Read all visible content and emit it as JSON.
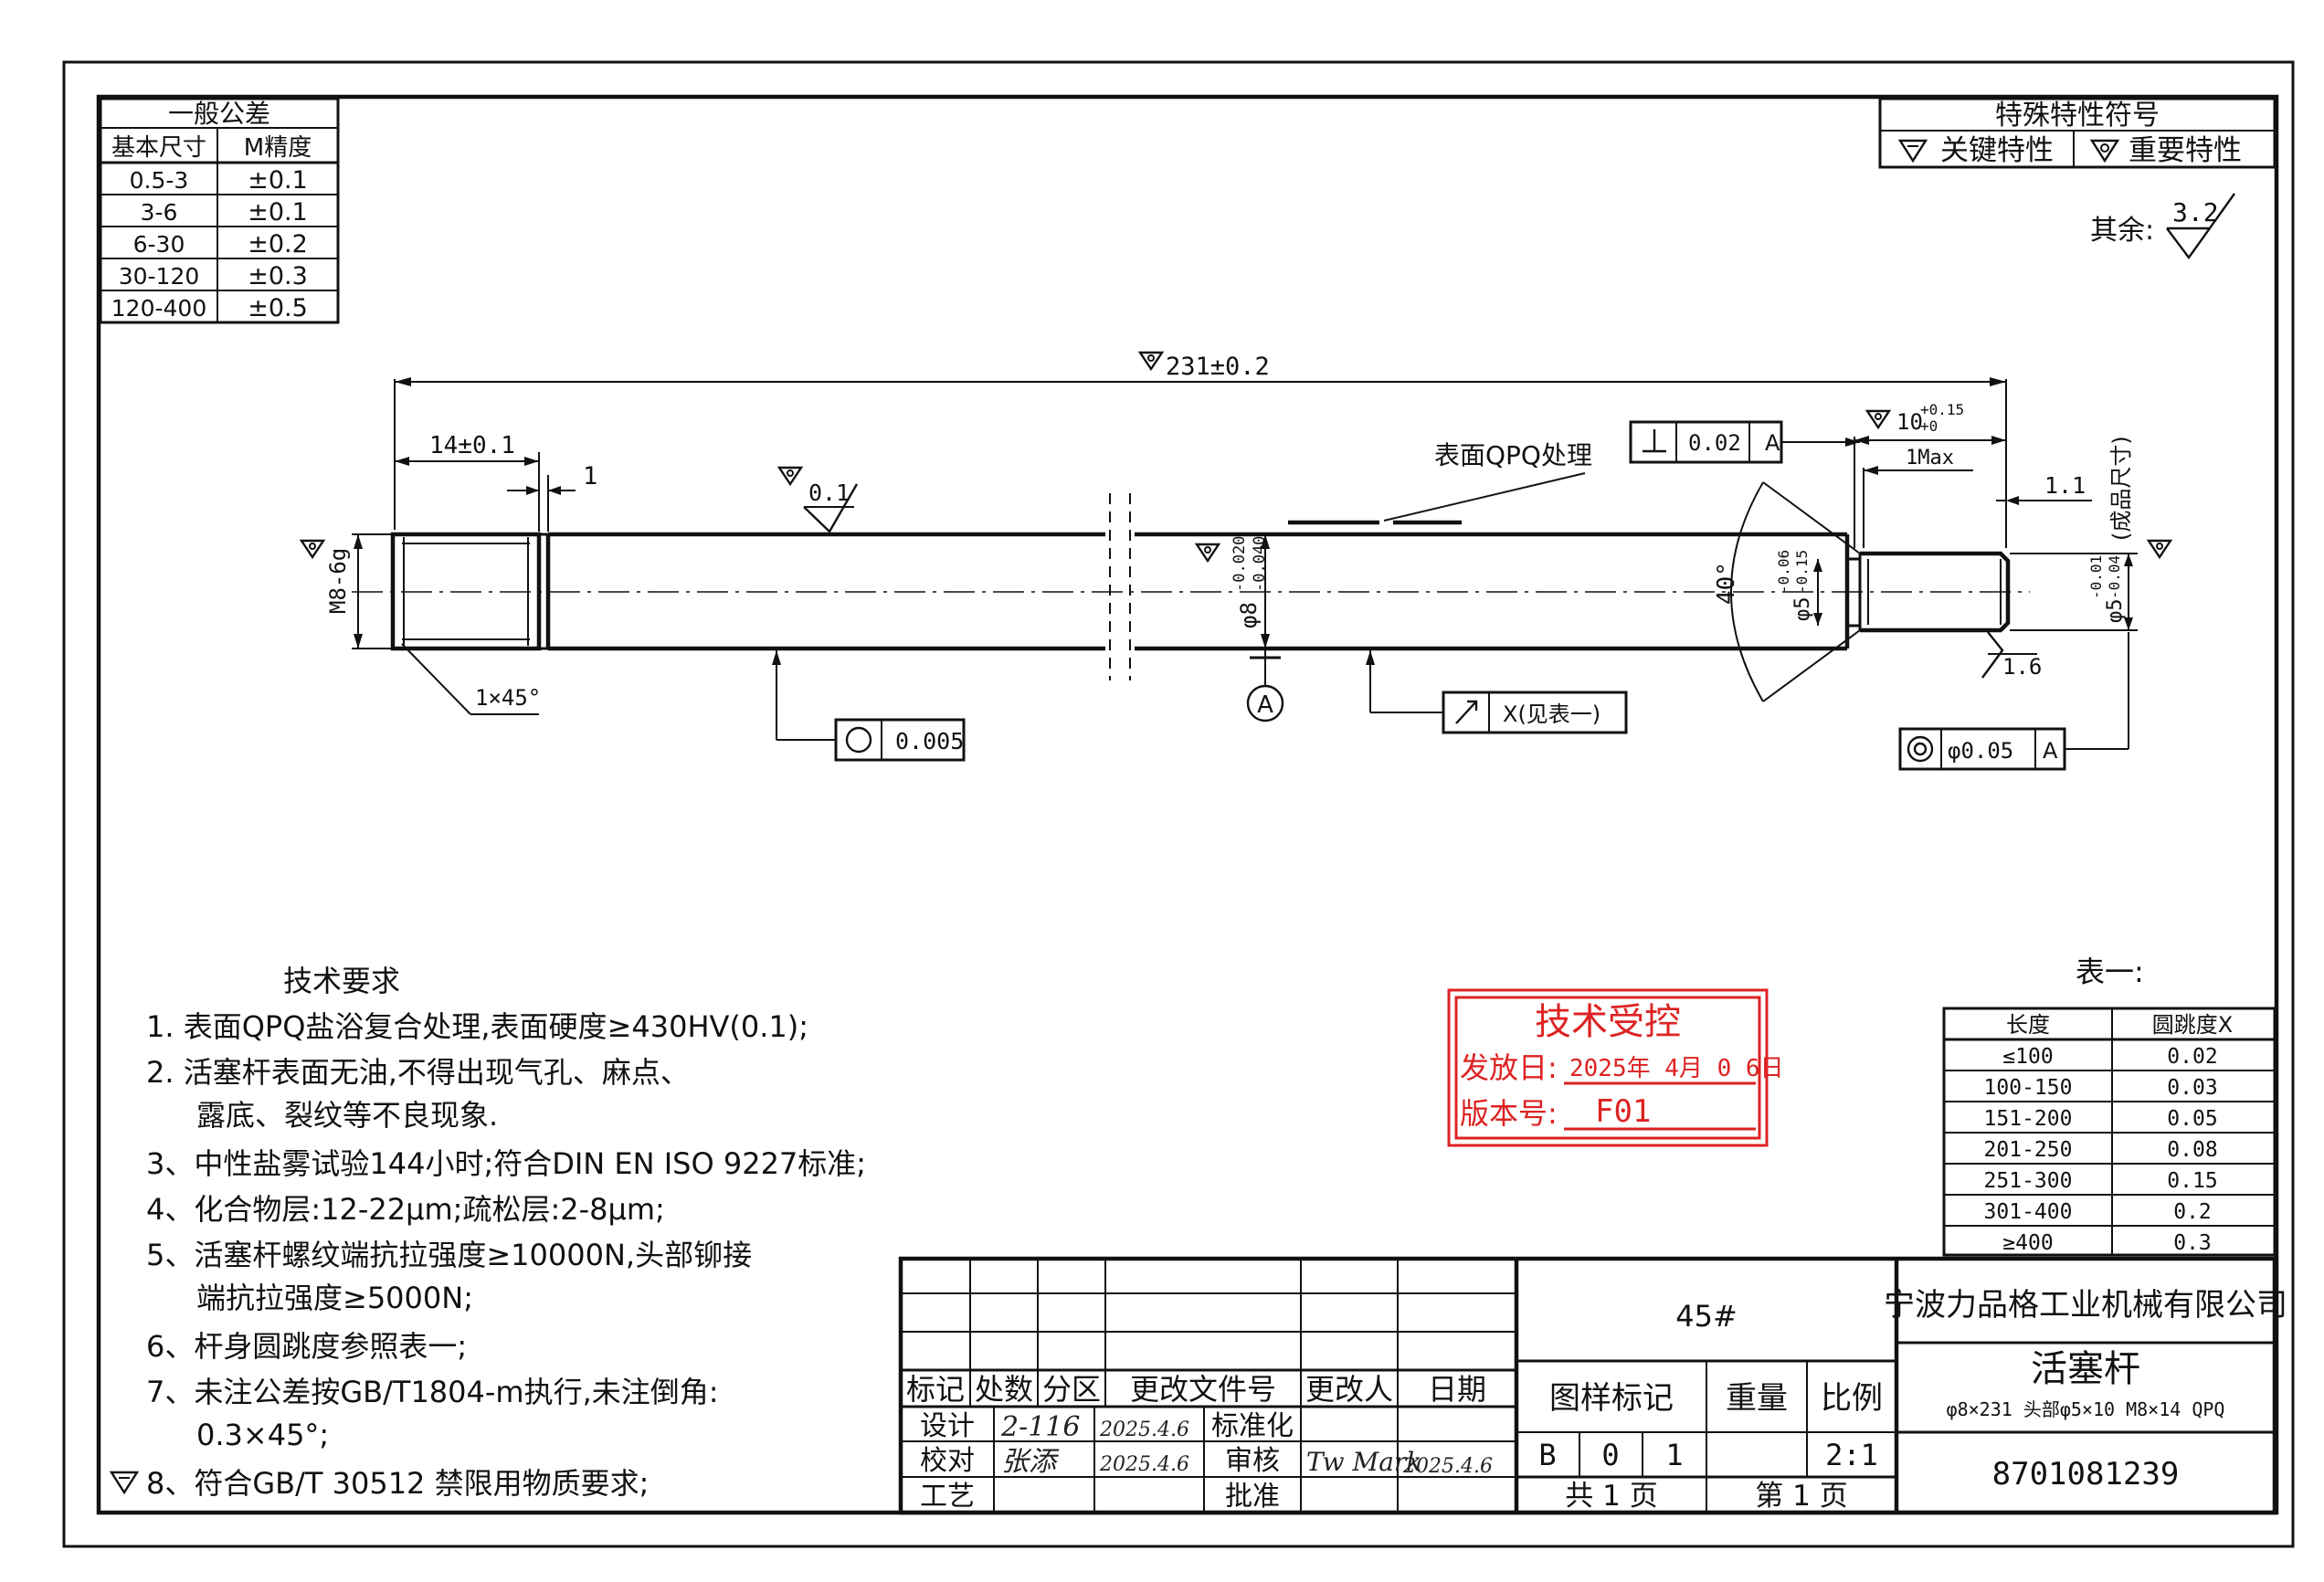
{
  "general_tolerance": {
    "title": "一般公差",
    "headers": [
      "基本尺寸",
      "M精度"
    ],
    "rows": [
      [
        "0.5-3",
        "±0.1"
      ],
      [
        "3-6",
        "±0.1"
      ],
      [
        "6-30",
        "±0.2"
      ],
      [
        "30-120",
        "±0.3"
      ],
      [
        "120-400",
        "±0.5"
      ]
    ]
  },
  "special_characteristics": {
    "title": "特殊特性符号",
    "key_label": "关键特性",
    "important_label": "重要特性"
  },
  "roughness_other": {
    "label": "其余:",
    "value": "3.2"
  },
  "dimensions": {
    "overall_length": "231±0.2",
    "thread_length": "14±0.1",
    "groove": "1",
    "roughness_body": "0.1",
    "surface_note": "表面QPQ处理",
    "thread_spec": "M8-6g",
    "chamfer": "1×45°",
    "shaft_dia": "φ8",
    "shaft_dev_upper": "-0.020",
    "shaft_dev_lower": "-0.040",
    "datum": "A",
    "circularity_value": "0.005",
    "runout_label": "X(见表一)",
    "perp_value": "0.02",
    "perp_datum": "A",
    "head_length": "10",
    "head_dev_upper": "+0.15",
    "head_dev_lower": "+0",
    "max_label": "1Max",
    "dim_1_1": "1.1",
    "finished_size": "(成品尺寸)",
    "angle": "40°",
    "neck_dia": "φ5",
    "neck_dev_upper": "-0.06",
    "neck_dev_lower": "-0.15",
    "head_dia": "φ5",
    "head_dia_dev_upper": "-0.01",
    "head_dia_dev_lower": "-0.04",
    "roughness_head": "1.6",
    "concentricity_value": "φ0.05",
    "concentricity_datum": "A"
  },
  "technical_requirements": {
    "title": "技术要求",
    "lines": [
      "1. 表面QPQ盐浴复合处理,表面硬度≥430HV(0.1);",
      "2. 活塞杆表面无油,不得出现气孔、麻点、",
      "露底、裂纹等不良现象.",
      "3、中性盐雾试验144小时;符合DIN EN ISO 9227标准;",
      "4、化合物层:12-22μm;疏松层:2-8μm;",
      "5、活塞杆螺纹端抗拉强度≥10000N,头部铆接",
      "端抗拉强度≥5000N;",
      "6、杆身圆跳度参照表一;",
      "7、未注公差按GB/T1804-m执行,未注倒角:",
      "0.3×45°;",
      "8、符合GB/T 30512 禁限用物质要求;"
    ]
  },
  "table_one": {
    "title": "表一:",
    "headers": [
      "长度",
      "圆跳度X"
    ],
    "rows": [
      [
        "≤100",
        "0.02"
      ],
      [
        "100-150",
        "0.03"
      ],
      [
        "151-200",
        "0.05"
      ],
      [
        "201-250",
        "0.08"
      ],
      [
        "251-300",
        "0.15"
      ],
      [
        "301-400",
        "0.2"
      ],
      [
        "≥400",
        "0.3"
      ]
    ]
  },
  "stamp": {
    "title": "技术受控",
    "release_label": "发放日:",
    "release_value": "2025年 4月 0 6日",
    "version_label": "版本号:",
    "version_value": "F01"
  },
  "title_block": {
    "revision_headers": [
      "标记",
      "处数",
      "分区",
      "更改文件号",
      "更改人",
      "日期"
    ],
    "role_design": "设计",
    "role_check": "校对",
    "role_process": "工艺",
    "role_standard": "标准化",
    "role_review": "审核",
    "role_approve": "批准",
    "design_sig": "2-116",
    "design_date": "2025.4.6",
    "check_sig": "张添",
    "check_date": "2025.4.6",
    "review_sig": "Tw Mark",
    "review_date": "2025.4.6",
    "material": "45#",
    "pattern_label": "图样标记",
    "weight_label": "重量",
    "scale_label": "比例",
    "marks": [
      "B",
      "0",
      "1"
    ],
    "scale": "2:1",
    "total_pages": "共 1 页",
    "page": "第 1 页",
    "company": "宁波力品格工业机械有限公司",
    "part_name": "活塞杆",
    "part_spec": "φ8×231 头部φ5×10 M8×14 QPQ",
    "part_number": "8701081239"
  }
}
